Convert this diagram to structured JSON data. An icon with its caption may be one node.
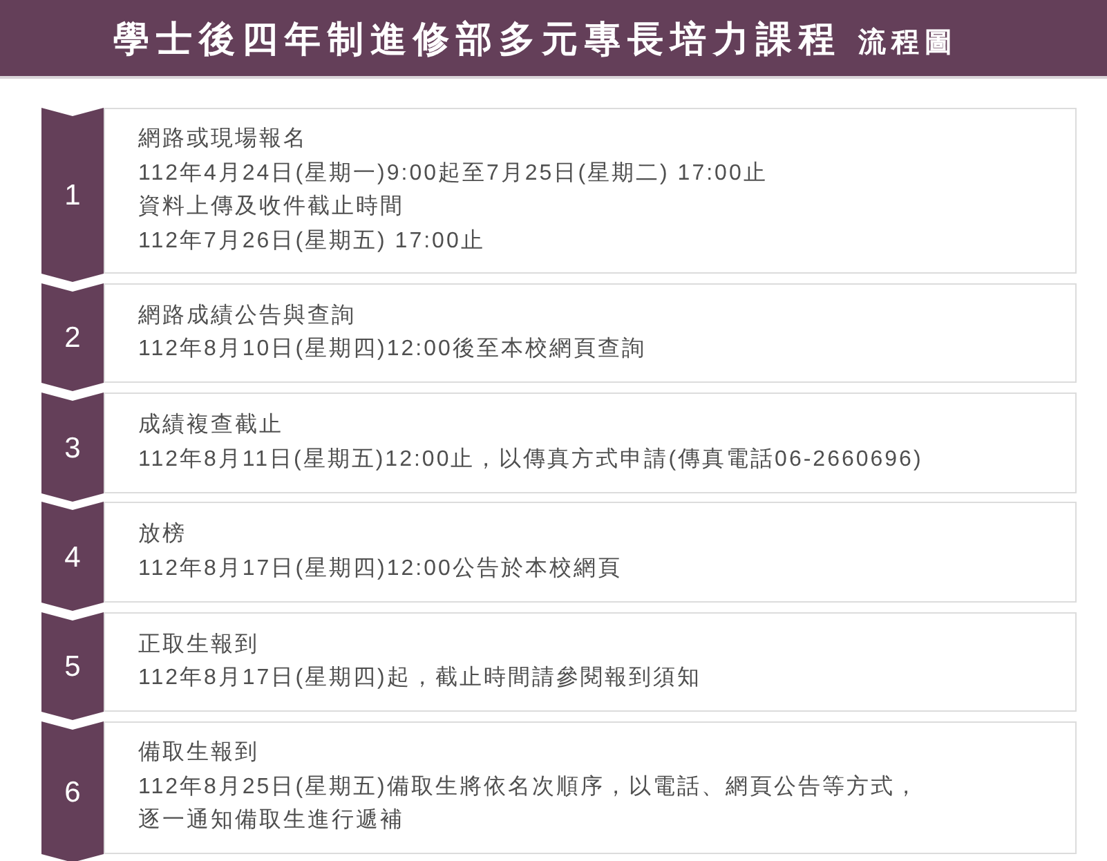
{
  "diagram": {
    "title": "學士後四年制進修部多元專長培力課程",
    "nodes": [
      {
        "text": [
          "1"
        ]
      },
      {
        "text": [
          "網路或現場報名",
          "112年4月24日(星期一)9:00起至7月25日(星期二) 17:00止",
          "資料上傳及收件截止時間",
          "112年7月26日(星期五) 17:00止"
        ]
      },
      {
        "text": [
          "2"
        ]
      },
      {
        "text": [
          "網路成績公告與查詢",
          "112年8月10日(星期四)12:00後至本校網頁查詢"
        ]
      },
      {
        "text": [
          "3"
        ]
      },
      {
        "text": [
          "成績複查截止",
          "112年8月11日(星期五)12:00止，以傳真方式申請(傳真電話06-2660696)"
        ]
      },
      {
        "text": [
          "4"
        ]
      },
      {
        "text": [
          "放榜",
          "112年8月17日(星期四)12:00公告於本校網頁"
        ]
      },
      {
        "text": [
          "5"
        ]
      },
      {
        "text": [
          "正取生報到",
          "112年8月17日(星期四)起，截止時間請參閱報到須知"
        ]
      },
      {
        "text": [
          "6"
        ]
      },
      {
        "text": [
          "備取生報到",
          "112年8月25日(星期五)備取生將依名次順序，以電話、網頁公告等方式，逐一通知備取生進行遞補"
        ]
      }
    ],
    "labels": [
      "流程圖"
    ]
  }
}
